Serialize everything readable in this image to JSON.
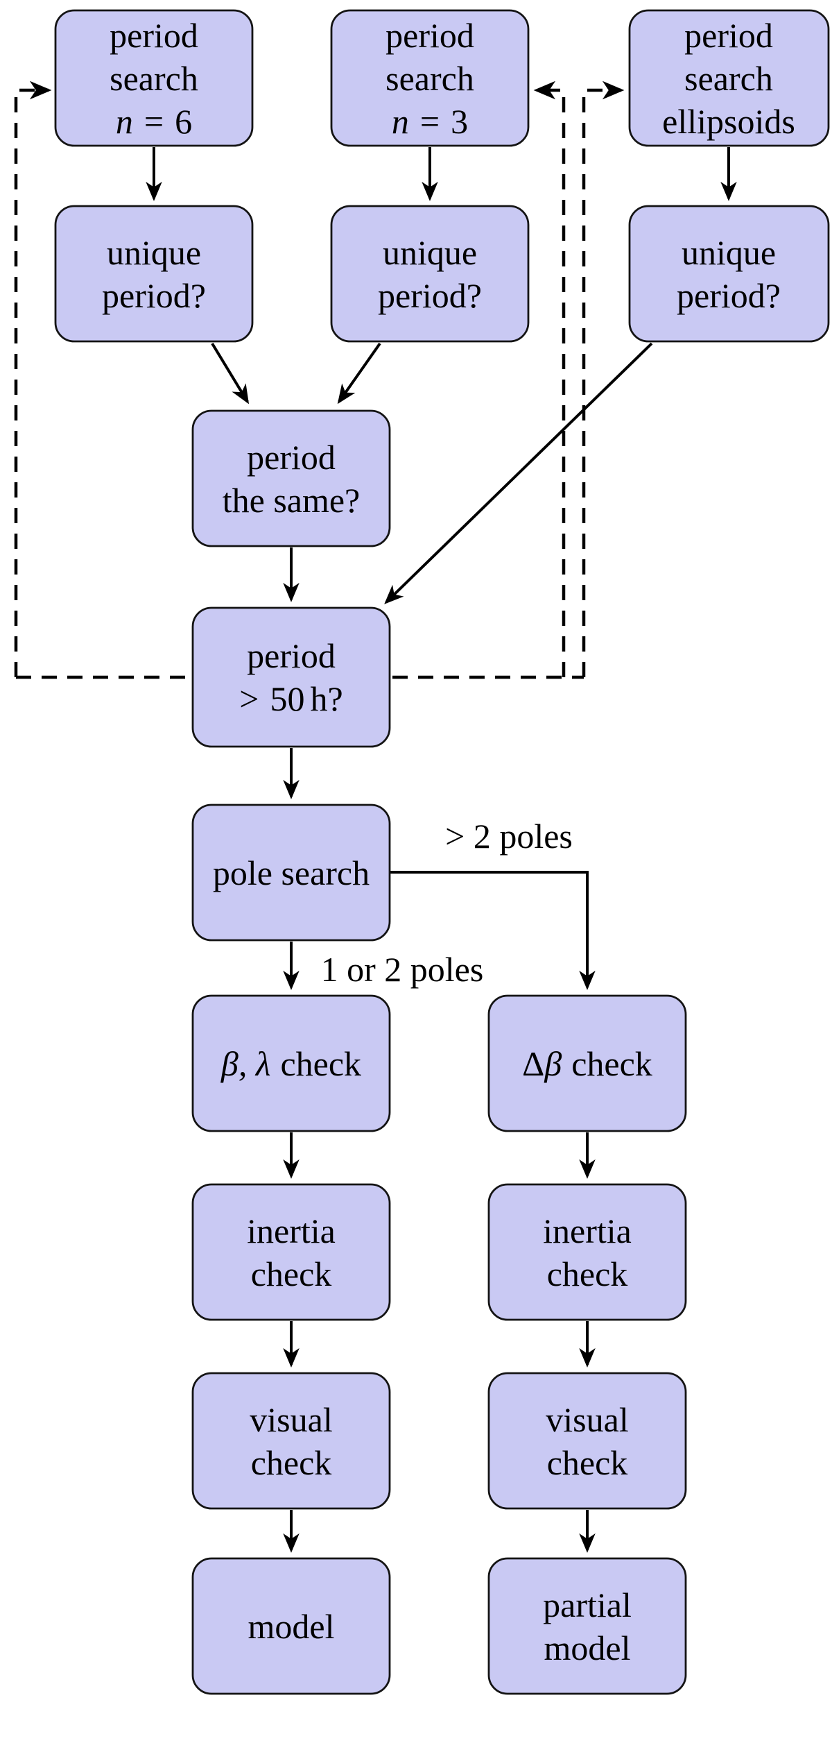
{
  "diagram": {
    "title": "period and pole search decision flowchart",
    "colors": {
      "background": "#ffffff",
      "node_fill": "#c9c9f3",
      "node_border": "#141414",
      "line": "#000000"
    },
    "nodes": {
      "ps_n6": {
        "line1": "period",
        "line2": "search",
        "var": "n",
        "eq": "=",
        "val": "6"
      },
      "ps_n3": {
        "line1": "period",
        "line2": "search",
        "var": "n",
        "eq": "=",
        "val": "3"
      },
      "ps_ell": {
        "line1": "period",
        "line2": "search",
        "line3": "ellipsoids"
      },
      "unique1": {
        "line1": "unique",
        "line2": "period?"
      },
      "unique2": {
        "line1": "unique",
        "line2": "period?"
      },
      "unique3": {
        "line1": "unique",
        "line2": "period?"
      },
      "same": {
        "line1": "period",
        "line2": "the same?"
      },
      "p50": {
        "line1": "period",
        "gt": ">",
        "num": "50",
        "unit": "h?"
      },
      "pole": {
        "label": "pole search"
      },
      "blcheck": {
        "math": "β, λ",
        "rest": "check"
      },
      "dbcheck": {
        "delta": "Δ",
        "beta": "β",
        "rest": "check"
      },
      "inertia_left": {
        "line1": "inertia",
        "line2": "check"
      },
      "inertia_right": {
        "line1": "inertia",
        "line2": "check"
      },
      "visual_left": {
        "line1": "visual",
        "line2": "check"
      },
      "visual_right": {
        "line1": "visual",
        "line2": "check"
      },
      "model": {
        "label": "model"
      },
      "partial": {
        "line1": "partial",
        "line2": "model"
      }
    },
    "edge_labels": {
      "gt2poles": "> 2 poles",
      "or12poles": "1 or 2 poles"
    }
  }
}
